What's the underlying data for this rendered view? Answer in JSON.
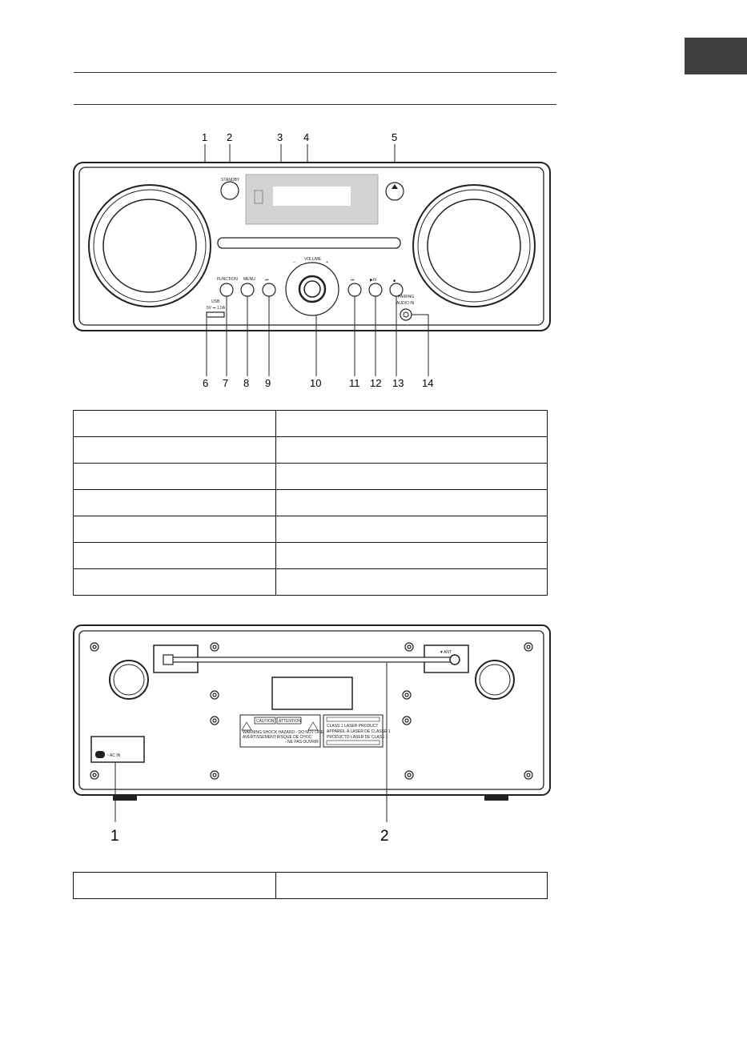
{
  "front_callouts": [
    "1",
    "2",
    "3",
    "4",
    "5",
    "6",
    "7",
    "8",
    "9",
    "10",
    "11",
    "12",
    "13",
    "14"
  ],
  "front_panel": {
    "standby_label": "STANDBY",
    "volume_label": "VOLUME",
    "volume_minus": "–",
    "volume_plus": "+",
    "function_label": "FUNCTION",
    "menu_label": "MENU",
    "prev_symbol": "⏮",
    "next_symbol": "⏭",
    "play_pause_symbol": "▶/II",
    "stop_symbol": "■",
    "pairing_label": "PAIRING",
    "audio_in_label": "AUDIO IN",
    "usb_label": "USB",
    "usb_spec": "5V ⎓ 1.0A"
  },
  "front_table": {
    "rows": [
      [
        "",
        ""
      ],
      [
        "",
        ""
      ],
      [
        "",
        ""
      ],
      [
        "",
        ""
      ],
      [
        "",
        ""
      ],
      [
        "",
        ""
      ],
      [
        "",
        ""
      ]
    ]
  },
  "rear_callouts": [
    "1",
    "2"
  ],
  "rear_panel": {
    "ant_label": "▼ANT",
    "ac_in_label": "~ AC IN",
    "caution_title": "CAUTION",
    "attention_title": "ATTENTION",
    "warning_line": "WARNING:SHOCK HAZARD - DO NOT OPEN",
    "avertissement_line": "AVERTISSEMENT:RISQUE DE CHOC",
    "ne_pas_line": "- NE PAS OUVRIR",
    "laser_line1": "CLASS 1 LASER PRODUCT",
    "laser_line2": "APPAREIL A LASER DE CLASSE 1",
    "laser_line3": "PRODUCTO LASER DE CLASE 1"
  },
  "rear_table": {
    "rows": [
      [
        "",
        ""
      ]
    ]
  },
  "colors": {
    "tab": "#404040",
    "line": "#222222"
  }
}
